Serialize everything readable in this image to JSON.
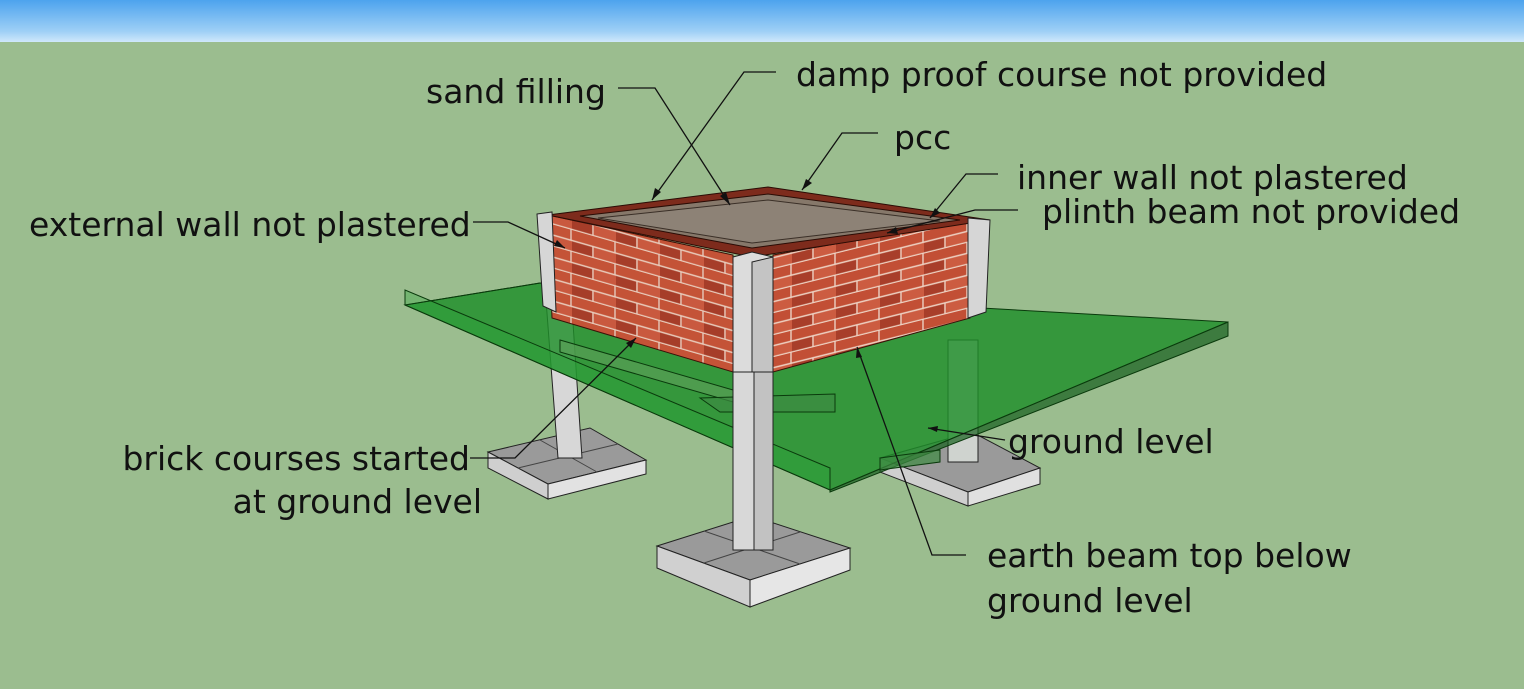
{
  "labels": {
    "sand_filling": "sand filling",
    "damp_proof": "damp proof course not provided",
    "pcc": "pcc",
    "inner_wall": "inner wall not plastered",
    "plinth_beam": "plinth beam not provided",
    "external_wall": "external wall not plastered",
    "brick_courses_line1": "brick courses started",
    "brick_courses_line2": "at ground level",
    "ground_level": "ground level",
    "earth_beam_line1": "earth beam top below",
    "earth_beam_line2": "ground level"
  },
  "colors": {
    "sky": "#6fb6f2",
    "grass": "#9bbd8f",
    "brick": "#b8452f",
    "mortar": "#e6c9b8",
    "concrete": "#c9c9c9",
    "ground_plane": "#1f8f2a"
  }
}
